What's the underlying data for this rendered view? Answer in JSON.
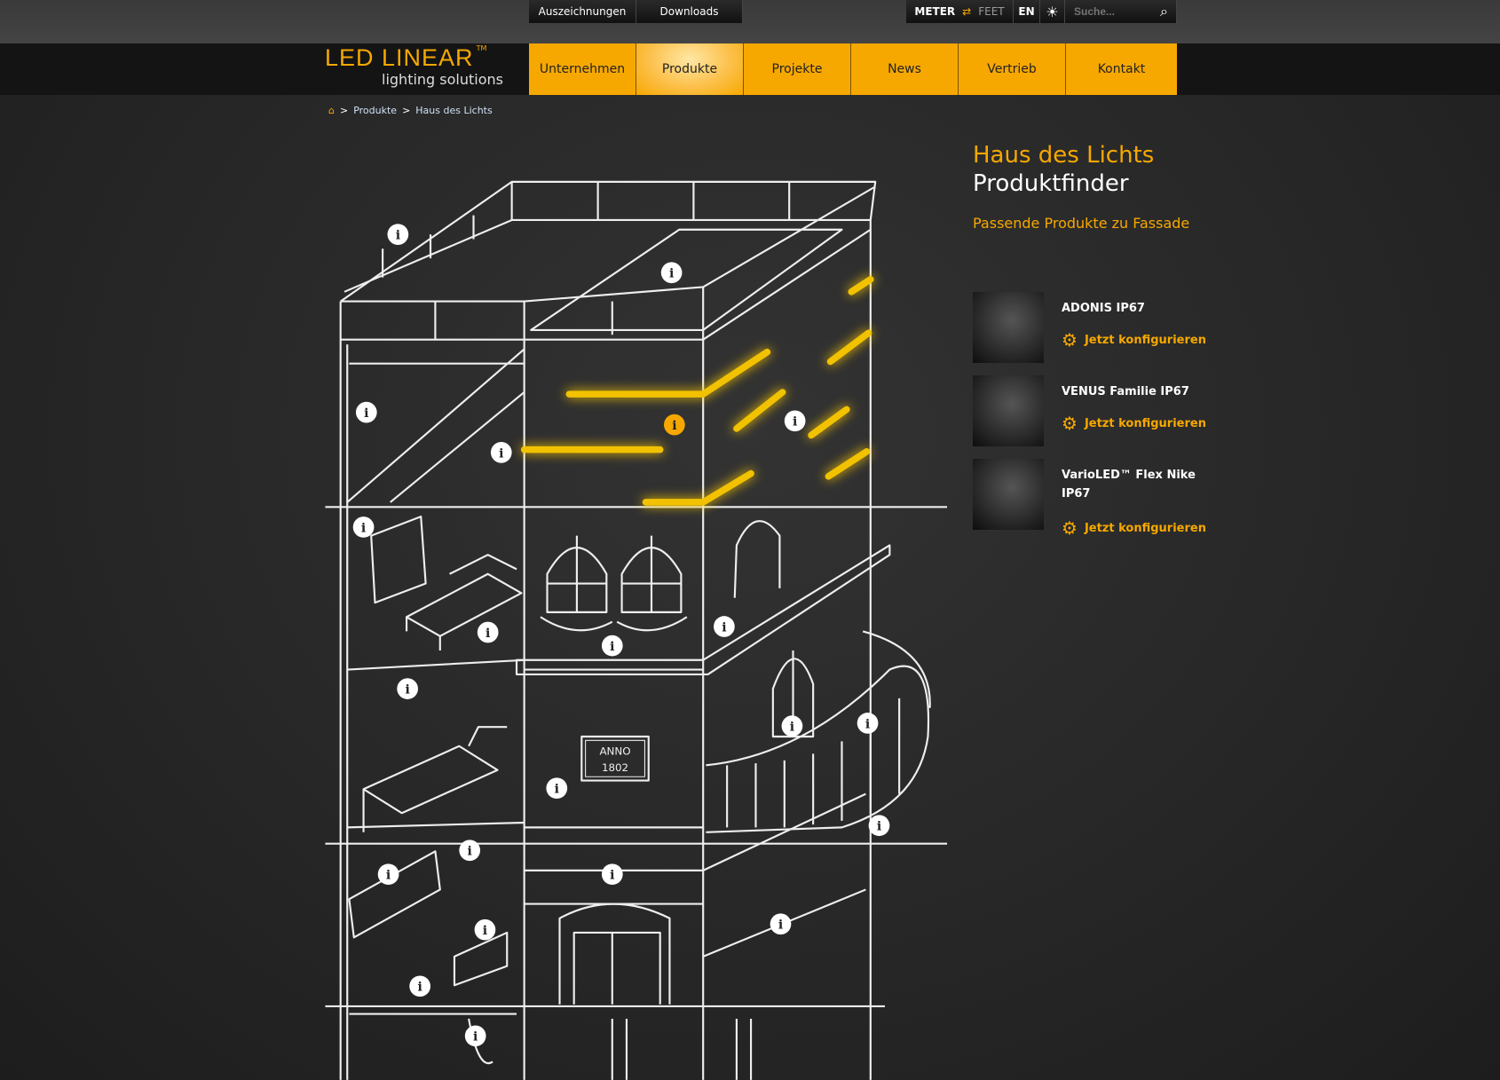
{
  "utility": {
    "awards": "Auszeichnungen",
    "downloads": "Downloads",
    "meter": "METER",
    "feet": "FEET",
    "lang": "EN",
    "search_placeholder": "Suche..."
  },
  "logo": {
    "name": "LED LINEAR",
    "tm": "TM",
    "tagline": "lighting solutions"
  },
  "nav": [
    "Unternehmen",
    "Produkte",
    "Projekte",
    "News",
    "Vertrieb",
    "Kontakt"
  ],
  "breadcrumb": [
    "Produkte",
    "Haus des Lichts"
  ],
  "panel": {
    "title": "Haus des Lichts",
    "subtitle": "Produktfinder",
    "section": "Passende Produkte zu Fassade"
  },
  "products": [
    {
      "name": "ADONIS IP67",
      "action": "Jetzt konfigurieren"
    },
    {
      "name": "VENUS Familie IP67",
      "action": "Jetzt konfigurieren"
    },
    {
      "name": "VarioLED™ Flex Nike IP67",
      "action": "Jetzt konfigurieren"
    }
  ],
  "building": {
    "plaque_line1": "ANNO",
    "plaque_line2": "1802",
    "info_symbol": "i"
  },
  "colors": {
    "accent": "#f7a800",
    "nav_active": "#fcc04a",
    "background": "#2a2a2a"
  }
}
